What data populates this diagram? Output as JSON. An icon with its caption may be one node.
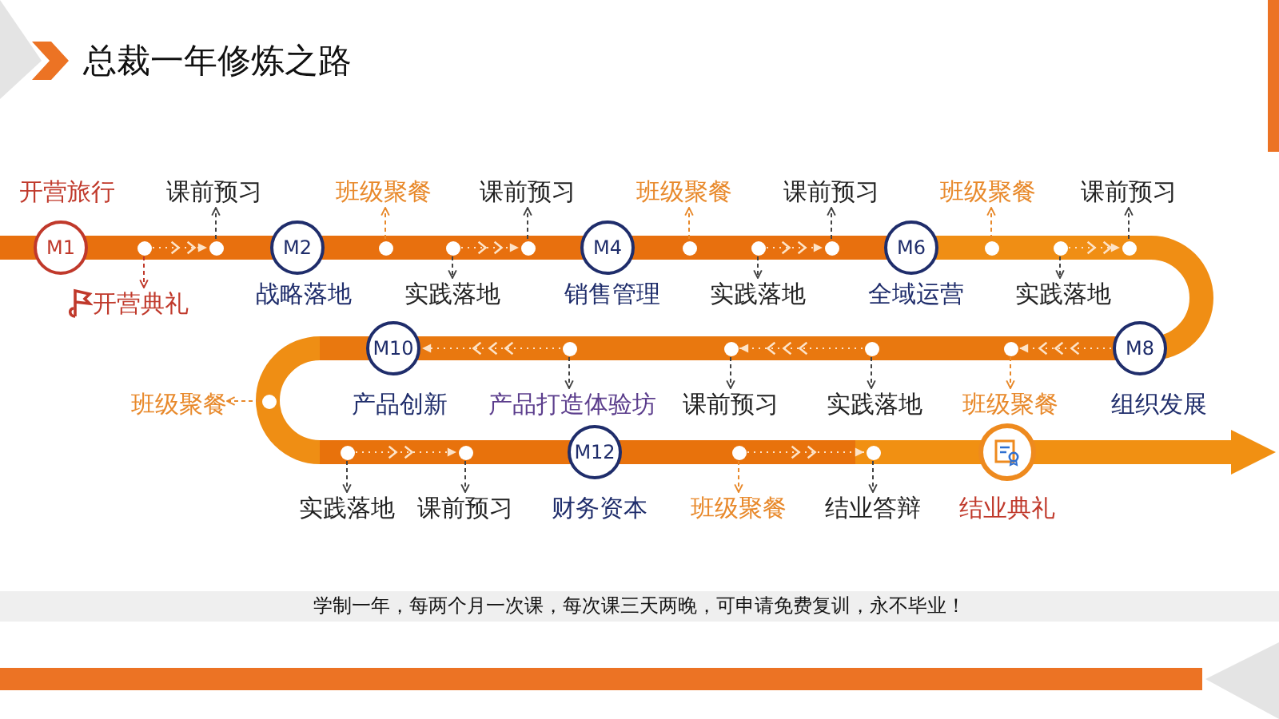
{
  "diagram": {
    "title": "总裁一年修炼之路",
    "caption": "学制一年，每两个月一次课，每次课三天两晚，可申请免费复训，永不毕业！",
    "nodes": [
      {
        "text": [
          "M1"
        ],
        "beside": [
          "开营旅行"
        ]
      },
      {
        "text": [],
        "shape": "circle"
      },
      {
        "text": [
          "开营典礼"
        ]
      },
      {
        "text": [],
        "shape": "circle"
      },
      {
        "text": [
          "课前预习"
        ]
      },
      {
        "text": [
          "M2"
        ],
        "beside": [
          "战略落地"
        ]
      },
      {
        "text": [],
        "shape": "circle"
      },
      {
        "text": [
          "班级聚餐"
        ]
      },
      {
        "text": [],
        "shape": "circle"
      },
      {
        "text": [
          "实践落地"
        ]
      },
      {
        "text": [],
        "shape": "circle"
      },
      {
        "text": [
          "课前预习"
        ]
      },
      {
        "text": [
          "M4"
        ],
        "beside": [
          "销售管理"
        ]
      },
      {
        "text": [],
        "shape": "circle"
      },
      {
        "text": [
          "班级聚餐"
        ]
      },
      {
        "text": [],
        "shape": "circle"
      },
      {
        "text": [
          "实践落地"
        ]
      },
      {
        "text": [],
        "shape": "circle"
      },
      {
        "text": [
          "课前预习"
        ]
      },
      {
        "text": [
          "M6"
        ],
        "beside": [
          "全域运营"
        ]
      },
      {
        "text": [],
        "shape": "circle"
      },
      {
        "text": [
          "班级聚餐"
        ]
      },
      {
        "text": [],
        "shape": "circle"
      },
      {
        "text": [
          "实践落地"
        ]
      },
      {
        "text": [],
        "shape": "circle"
      },
      {
        "text": [
          "课前预习"
        ]
      },
      {
        "text": [
          "M8"
        ],
        "beside": [
          "组织发展"
        ]
      },
      {
        "text": [],
        "shape": "circle"
      },
      {
        "text": [
          "班级聚餐"
        ]
      },
      {
        "text": [],
        "shape": "circle"
      },
      {
        "text": [
          "实践落地"
        ]
      },
      {
        "text": [],
        "shape": "circle"
      },
      {
        "text": [
          "课前预习"
        ]
      },
      {
        "text": [],
        "shape": "circle"
      },
      {
        "text": [
          "产品打造体验坊"
        ]
      },
      {
        "text": [
          "M10"
        ],
        "beside": [
          "产品创新"
        ]
      },
      {
        "text": [],
        "shape": "circle"
      },
      {
        "text": [
          "班级聚餐"
        ]
      },
      {
        "text": [],
        "shape": "circle"
      },
      {
        "text": [
          "实践落地"
        ]
      },
      {
        "text": [],
        "shape": "circle"
      },
      {
        "text": [
          "课前预习"
        ]
      },
      {
        "text": [
          "M12"
        ],
        "beside": [
          "财务资本"
        ]
      },
      {
        "text": [],
        "shape": "circle"
      },
      {
        "text": [
          "班级聚餐"
        ]
      },
      {
        "text": [],
        "shape": "circle"
      },
      {
        "text": [
          "结业答辩"
        ]
      },
      {
        "text": [],
        "shape": "circle",
        "beside": [
          "结业典礼"
        ]
      }
    ],
    "edges": [
      {
        "from": 1,
        "to": 2,
        "arrow": "to",
        "style": "dashed",
        "color": "#c0392b"
      },
      {
        "from": 3,
        "to": 4,
        "arrow": "to",
        "style": "dashed"
      },
      {
        "from": 6,
        "to": 7,
        "arrow": "to",
        "style": "dashed",
        "color": "#e8892b"
      },
      {
        "from": 8,
        "to": 9,
        "arrow": "to",
        "style": "dashed"
      },
      {
        "from": 10,
        "to": 11,
        "arrow": "to",
        "style": "dashed"
      },
      {
        "from": 13,
        "to": 14,
        "arrow": "to",
        "style": "dashed",
        "color": "#e8892b"
      },
      {
        "from": 15,
        "to": 16,
        "arrow": "to",
        "style": "dashed"
      },
      {
        "from": 17,
        "to": 18,
        "arrow": "to",
        "style": "dashed"
      },
      {
        "from": 20,
        "to": 21,
        "arrow": "to",
        "style": "dashed",
        "color": "#e8892b"
      },
      {
        "from": 22,
        "to": 23,
        "arrow": "to",
        "style": "dashed"
      },
      {
        "from": 24,
        "to": 25,
        "arrow": "to",
        "style": "dashed"
      },
      {
        "from": 27,
        "to": 28,
        "arrow": "to",
        "style": "dashed",
        "color": "#e8892b"
      },
      {
        "from": 29,
        "to": 30,
        "arrow": "to",
        "style": "dashed"
      },
      {
        "from": 31,
        "to": 32,
        "arrow": "to",
        "style": "dashed"
      },
      {
        "from": 33,
        "to": 34,
        "arrow": "to",
        "style": "dashed"
      },
      {
        "from": 36,
        "to": 37,
        "arrow": "to",
        "style": "dashed",
        "color": "#e8892b"
      },
      {
        "from": 38,
        "to": 39,
        "arrow": "to",
        "style": "dashed"
      },
      {
        "from": 40,
        "to": 41,
        "arrow": "to",
        "style": "dashed"
      },
      {
        "from": 43,
        "to": 44,
        "arrow": "to",
        "style": "dashed",
        "color": "#e8892b"
      },
      {
        "from": 45,
        "to": 46,
        "arrow": "to",
        "style": "dashed"
      },
      {
        "from": 1,
        "to": 3,
        "arrow": "to",
        "color": "#fde3c8"
      },
      {
        "from": 8,
        "to": 10,
        "arrow": "to",
        "color": "#fde3c8"
      },
      {
        "from": 15,
        "to": 17,
        "arrow": "to",
        "color": "#fde3c8"
      },
      {
        "from": 22,
        "to": 24,
        "arrow": "to",
        "color": "#fde3c8"
      },
      {
        "from": 26,
        "to": 27,
        "arrow": "to",
        "color": "#fde3c8"
      },
      {
        "from": 29,
        "to": 31,
        "arrow": "to",
        "color": "#fde3c8"
      },
      {
        "from": 33,
        "to": 35,
        "arrow": "to",
        "color": "#fde3c8"
      },
      {
        "from": 38,
        "to": 40,
        "arrow": "to",
        "color": "#fde3c8"
      },
      {
        "from": 43,
        "to": 45,
        "arrow": "to",
        "color": "#fde3c8"
      }
    ]
  }
}
